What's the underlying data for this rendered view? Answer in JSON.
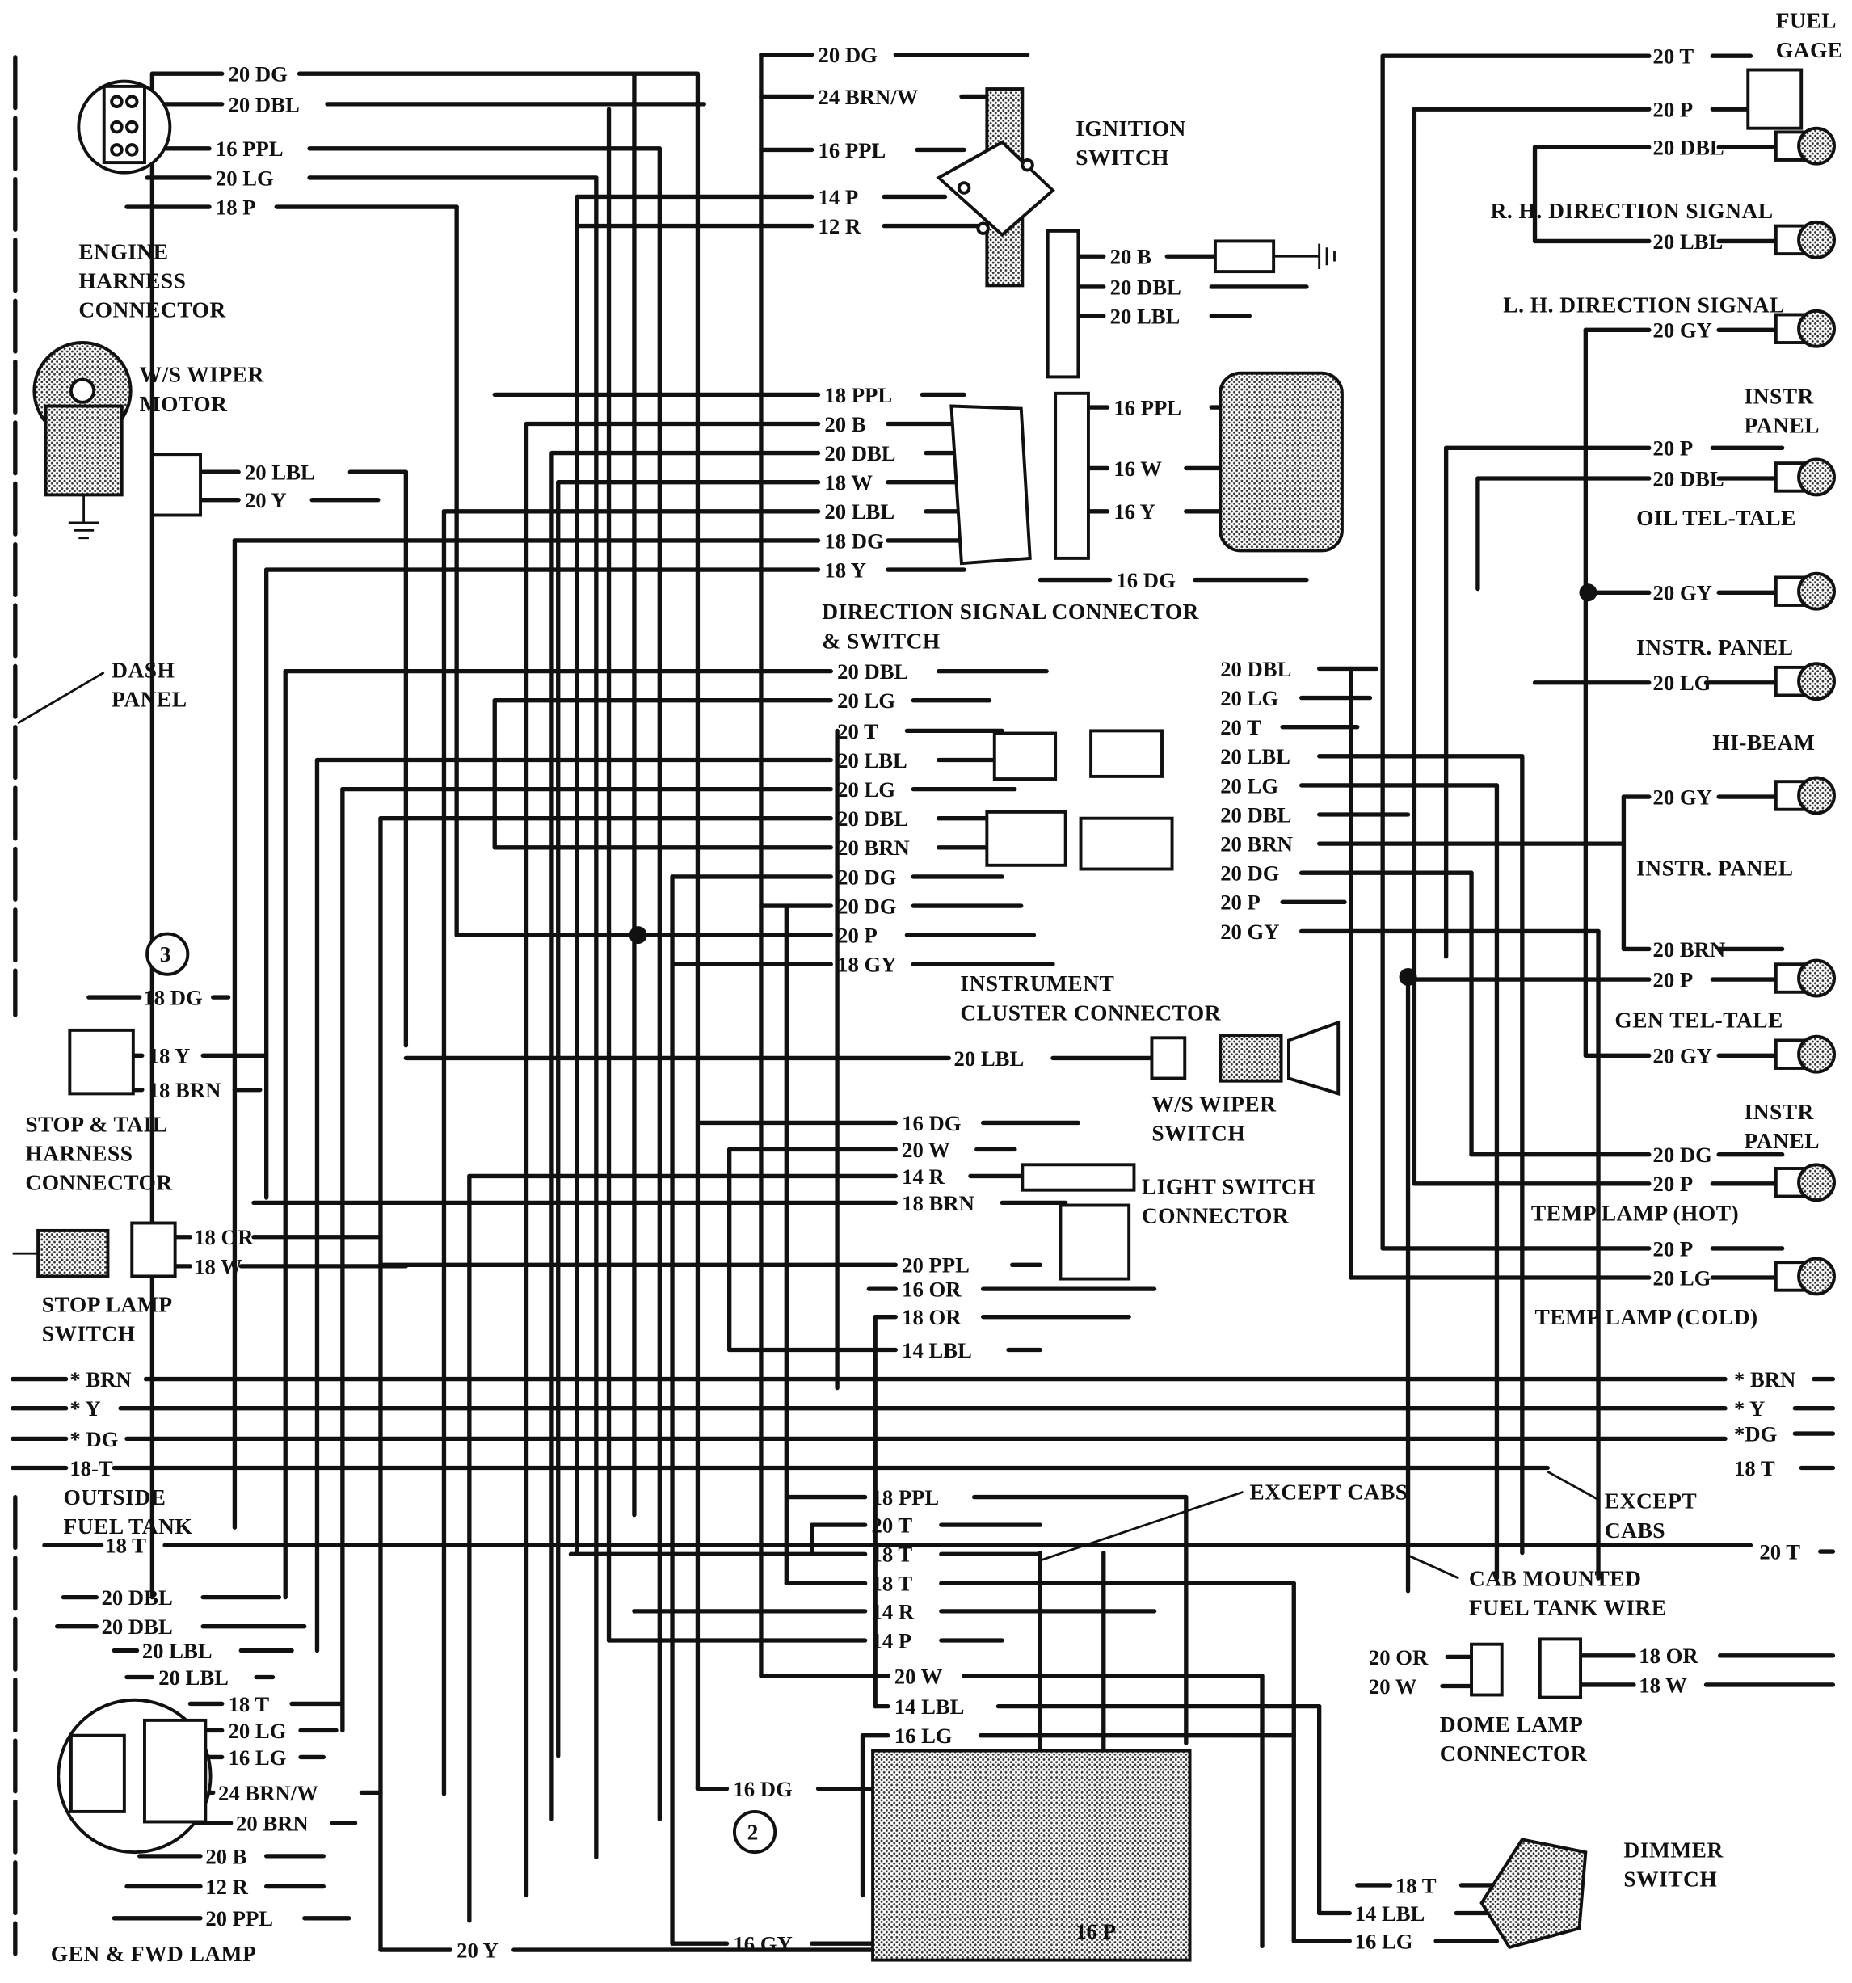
{
  "wire_labels": {
    "engine_connector": [
      "20 DG",
      "20 DBL",
      "16 PPL",
      "20 LG",
      "18 P"
    ],
    "ignition_switch": [
      "20 DG",
      "24 BRN/W",
      "16 PPL",
      "14 P",
      "12 R"
    ],
    "ignition_right": [
      "20 B",
      "20 DBL",
      "20 LBL",
      "16 PPL",
      "16 W",
      "16 Y",
      "16 DG"
    ],
    "wiper_motor": [
      "20 LBL",
      "20 Y"
    ],
    "direction_signal": [
      "18 PPL",
      "20 B",
      "20 DBL",
      "18 W",
      "20 LBL",
      "18 DG",
      "18 Y"
    ],
    "cluster_left": [
      "20 DBL",
      "20 LG",
      "20 T",
      "20 LBL",
      "20 LG",
      "20 DBL",
      "20 BRN",
      "20 DG",
      "20 DG",
      "20 P",
      "18 GY"
    ],
    "cluster_right": [
      "20 DBL",
      "20 LG",
      "20 T",
      "20 LBL",
      "20 LG",
      "20 DBL",
      "20 BRN",
      "20 DG",
      "20 P",
      "20 GY"
    ],
    "right_column": [
      "20 T",
      "20 P",
      "20 DBL",
      "20 LBL",
      "20 GY",
      "20 P",
      "20 DBL",
      "20 GY",
      "20 LG",
      "20 GY",
      "20 BRN",
      "20 P",
      "20 GY",
      "20 DG",
      "20 P",
      "20 P",
      "20 LG"
    ],
    "stop_tail": [
      "18 DG",
      "18 Y",
      "18 BRN"
    ],
    "stop_lamp_switch": [
      "18 OR",
      "18 W"
    ],
    "wiper_switch": [
      "20 LBL"
    ],
    "light_switch": [
      "16 DG",
      "20 W",
      "14 R",
      "18 BRN",
      "20 PPL",
      "16 OR",
      "18 OR",
      "14 LBL"
    ],
    "bus_left": [
      "* BRN",
      "* Y",
      "* DG",
      "18-T",
      "18 T"
    ],
    "bus_right": [
      "* BRN",
      "* Y",
      "*DG",
      "18 T",
      "20 T"
    ],
    "bottom_middle": [
      "18 PPL",
      "20 T",
      "18 T",
      "18 T",
      "14 R",
      "14 P",
      "20 W",
      "14 LBL",
      "16 LG",
      "16 DG",
      "16 GY",
      "20 Y",
      "16 P"
    ],
    "dome_lamp": [
      "20 OR",
      "20 W",
      "18 OR",
      "18 W"
    ],
    "dimmer": [
      "18 T",
      "14 LBL",
      "16 LG"
    ],
    "gen_fwd_lamp": [
      "20 DBL",
      "20 DBL",
      "20 LBL",
      "20 LBL",
      "18 T",
      "20 LG",
      "16 LG",
      "24 BRN/W",
      "20 BRN",
      "20 B",
      "12 R",
      "20 PPL"
    ]
  },
  "component_labels": {
    "fuel_gage": [
      "FUEL",
      "GAGE"
    ],
    "ignition_switch": [
      "IGNITION",
      "SWITCH"
    ],
    "engine_harness": [
      "ENGINE",
      "HARNESS",
      "CONNECTOR"
    ],
    "wiper_motor": [
      "W/S WIPER",
      "MOTOR"
    ],
    "rh_direction": "R. H.  DIRECTION SIGNAL",
    "lh_direction": "L. H.  DIRECTION SIGNAL",
    "instr_panel_1": [
      "INSTR",
      "PANEL"
    ],
    "oil_tel_tale": "OIL TEL-TALE",
    "instr_panel_2": "INSTR.  PANEL",
    "hi_beam": "HI-BEAM",
    "instr_panel_3": "INSTR.  PANEL",
    "gen_tel_tale": "GEN TEL-TALE",
    "instr_panel_4": [
      "INSTR",
      "PANEL"
    ],
    "temp_hot": "TEMP LAMP (HOT)",
    "temp_cold": "TEMP LAMP (COLD)",
    "direction_switch": [
      "DIRECTION SIGNAL CONNECTOR",
      "& SWITCH"
    ],
    "cluster_connector": [
      "INSTRUMENT",
      "CLUSTER CONNECTOR"
    ],
    "wiper_switch": [
      "W/S WIPER",
      "SWITCH"
    ],
    "light_switch": [
      "LIGHT SWITCH",
      "CONNECTOR"
    ],
    "dash_panel": [
      "DASH",
      "PANEL"
    ],
    "callout_3": "3",
    "stop_tail": [
      "STOP & TAIL",
      "HARNESS",
      "CONNECTOR"
    ],
    "stop_lamp_switch": [
      "STOP LAMP",
      "SWITCH"
    ],
    "outside_fuel_tank": [
      "OUTSIDE",
      "FUEL TANK"
    ],
    "except_cabs_1": "EXCEPT  CABS",
    "except_cabs_2": [
      "EXCEPT",
      "CABS"
    ],
    "cab_fuel_tank": [
      "CAB MOUNTED",
      "FUEL TANK WIRE"
    ],
    "dome_lamp": [
      "DOME LAMP",
      "CONNECTOR"
    ],
    "dimmer_switch": [
      "DIMMER",
      "SWITCH"
    ],
    "gen_fwd_lamp": "GEN & FWD LAMP",
    "callout_2": "2"
  }
}
